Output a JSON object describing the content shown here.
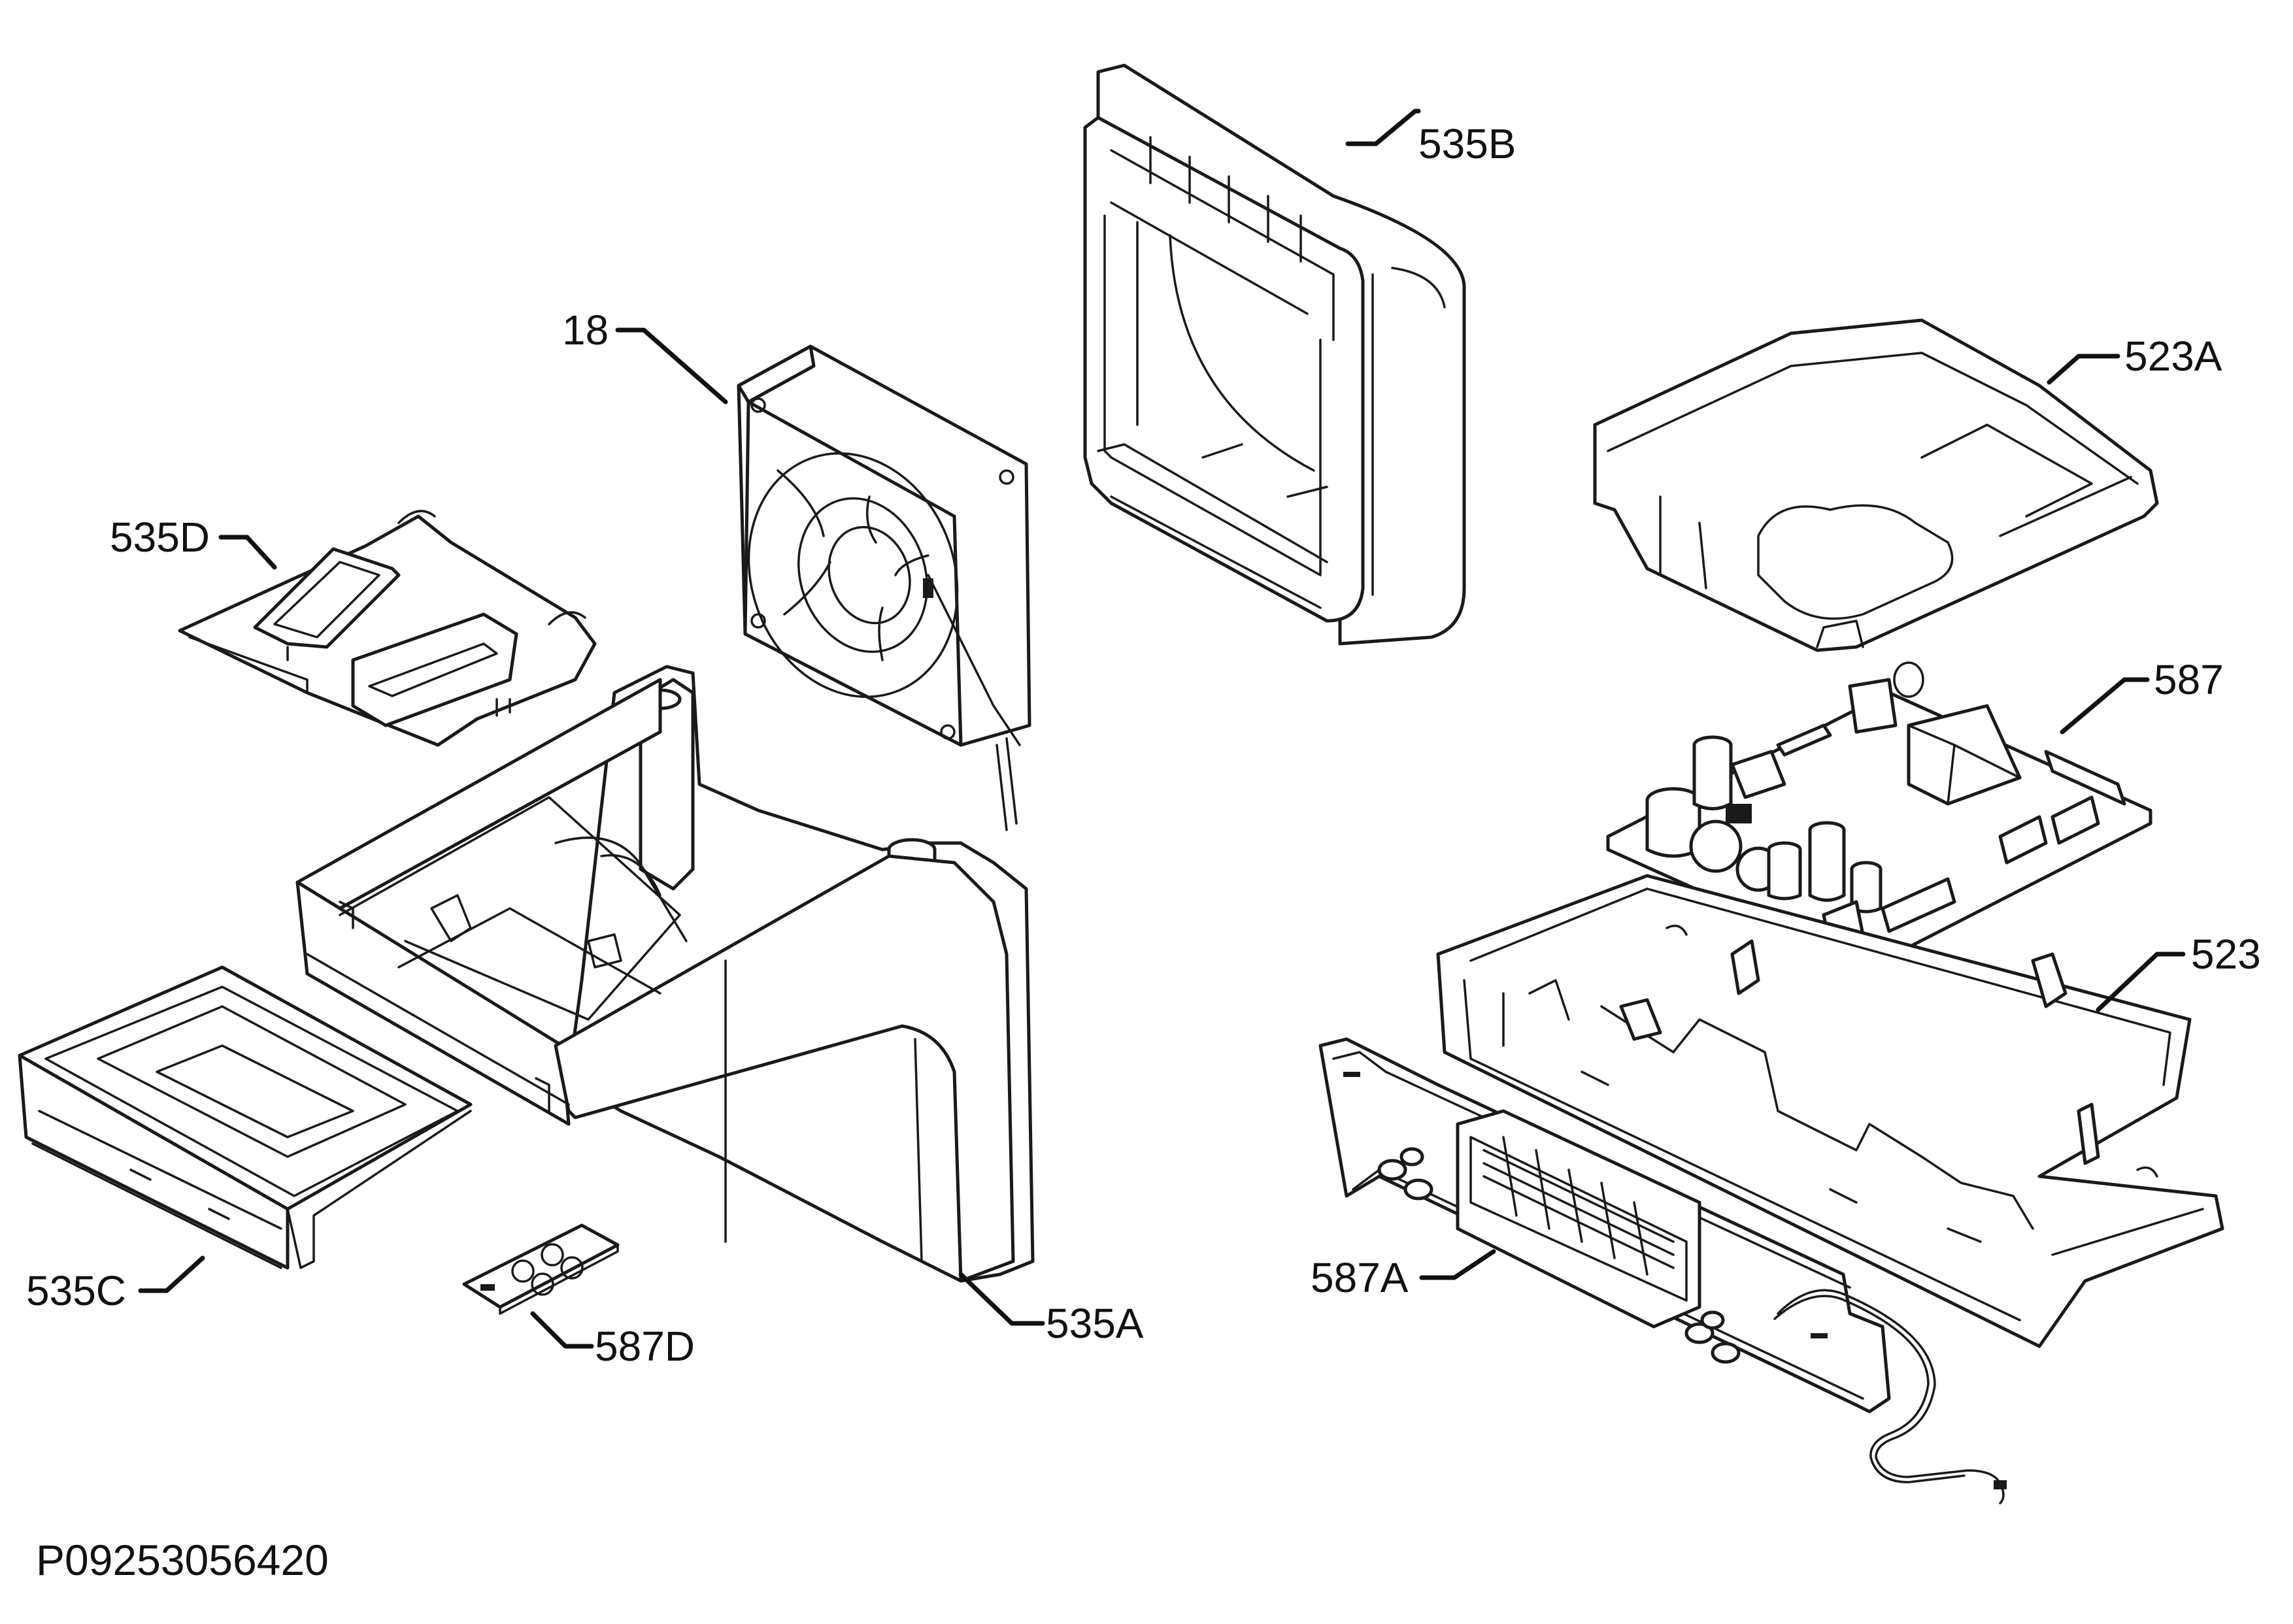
{
  "diagram": {
    "labels": {
      "p535B": "535B",
      "p18": "18",
      "p523A": "523A",
      "p535D": "535D",
      "p587": "587",
      "p523": "523",
      "p535C": "535C",
      "p587D": "587D",
      "p535A": "535A",
      "p587A": "587A"
    },
    "document_id": "P09253056420"
  },
  "colors": {
    "line": "#1a1a1a",
    "background": "#ffffff"
  }
}
